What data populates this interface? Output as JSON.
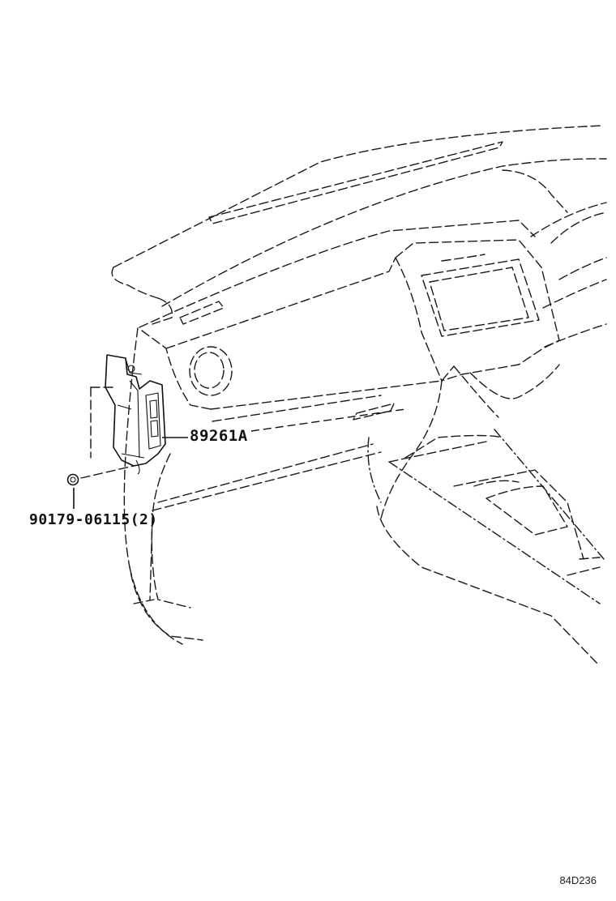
{
  "callouts": {
    "part_a": "89261A",
    "part_b": "90179-06115(2)"
  },
  "figure_code": "84D236"
}
